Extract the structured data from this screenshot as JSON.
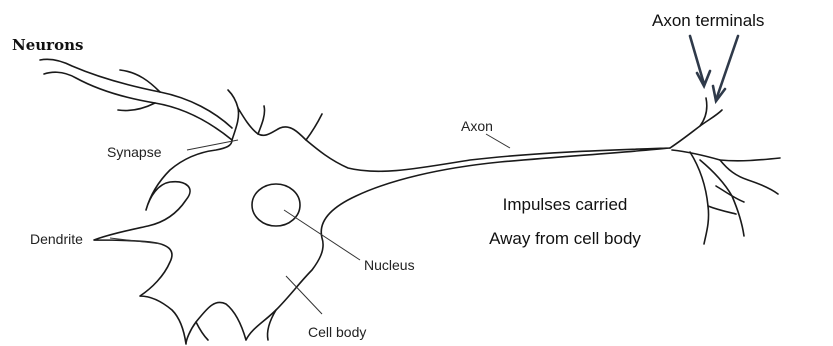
{
  "diagram": {
    "title": "Neurons",
    "labels": {
      "synapse": "Synapse",
      "dendrite": "Dendrite",
      "nucleus": "Nucleus",
      "cell_body": "Cell body",
      "axon": "Axon",
      "axon_terminals": "Axon terminals"
    },
    "caption": {
      "line1": "Impulses carried",
      "line2": "Away from cell body"
    },
    "colors": {
      "line": "#1a1a1a",
      "arrow": "#2f3a4a",
      "background": "#ffffff"
    }
  }
}
